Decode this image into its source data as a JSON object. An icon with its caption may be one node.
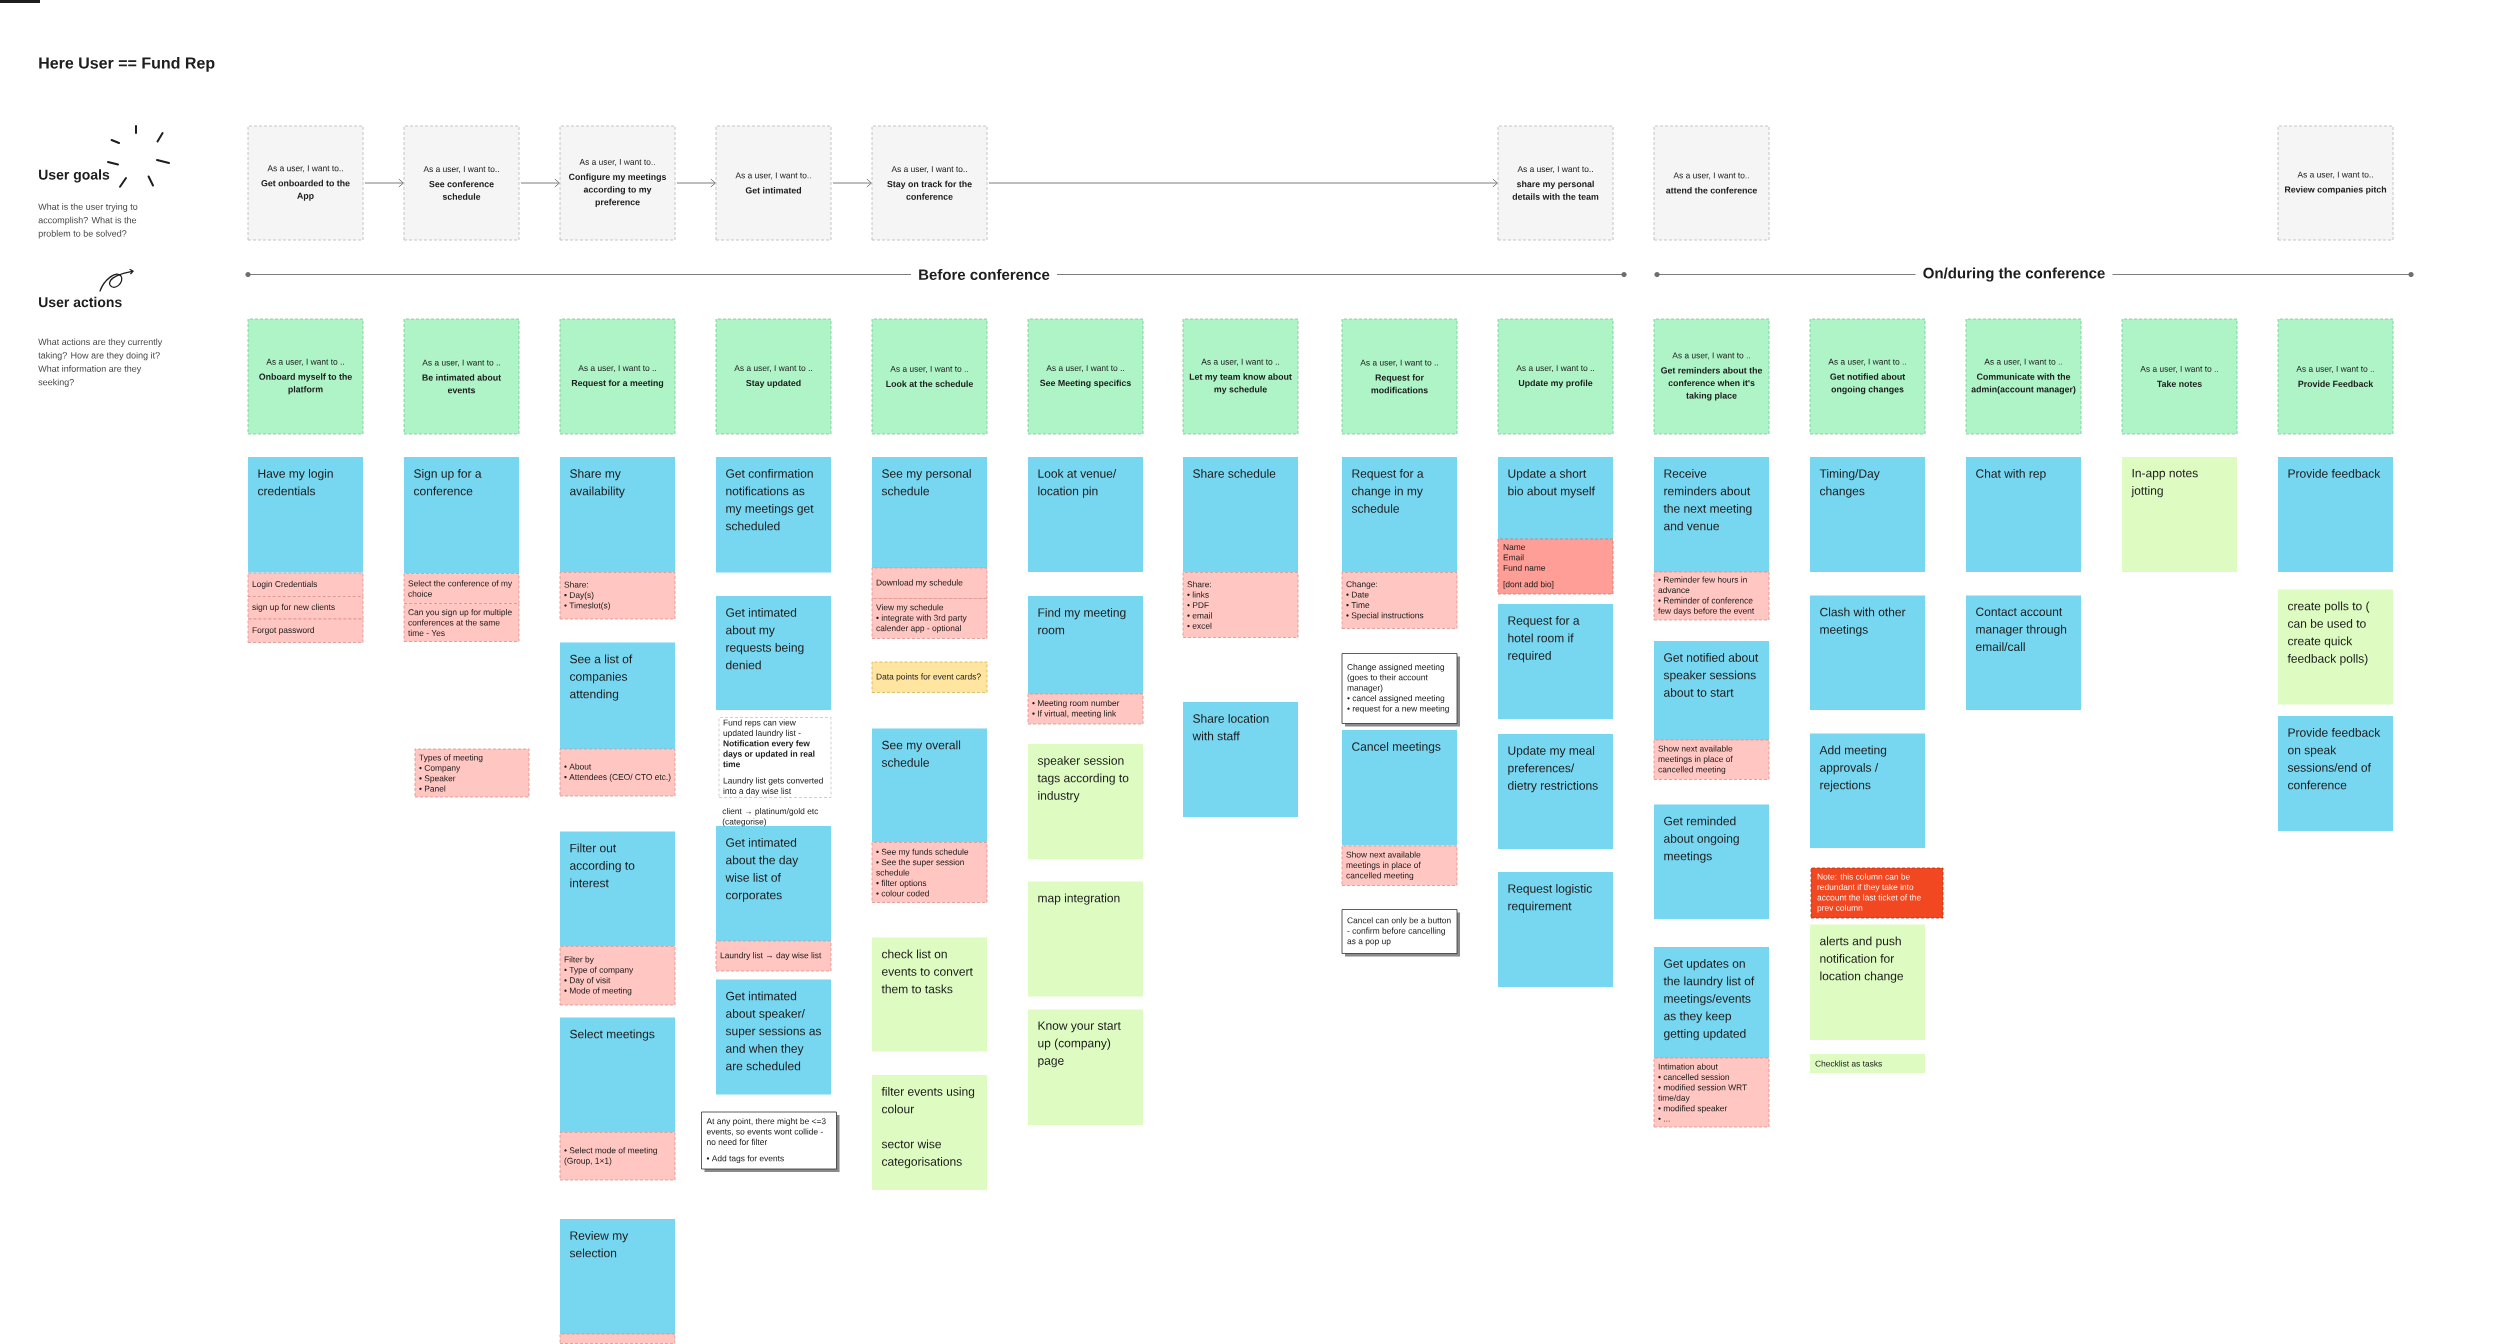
{
  "diagram": {
    "title": "Here User == Fund Rep",
    "nodes": [
      {
        "text": [
          "As a user, I want to..",
          "Get onboarded to the App"
        ]
      },
      {
        "text": [
          "As a user, I want to..",
          "See conference schedule"
        ]
      },
      {
        "text": [
          "As a user, I want to..",
          "Configure my meetings according to my preference"
        ]
      },
      {
        "text": [
          "As a user, I want to..",
          "Get intimated"
        ]
      },
      {
        "text": [
          "As a user, I want to..",
          "Stay on track for the conference"
        ]
      },
      {
        "text": [
          "As a user, I want to..",
          "share my personal details with the team"
        ]
      },
      {
        "text": [
          "As a user, I want to..",
          "attend the conference"
        ]
      },
      {
        "text": [
          "As a user, I want to..",
          "Review companies pitch"
        ]
      },
      {
        "text": [
          "As a user, I want to ..",
          "Onboard myself to the platform"
        ]
      },
      {
        "text": [
          "Have my login credentials"
        ]
      },
      {
        "text": [
          "Login Credentials"
        ]
      },
      {
        "text": [
          "sign up for new clients"
        ]
      },
      {
        "text": [
          "Forgot password"
        ]
      },
      {
        "text": [
          "As a user, I want to ..",
          "Be intimated about events"
        ]
      },
      {
        "text": [
          "Sign up for a conference"
        ]
      },
      {
        "text": [
          "Select the conference of my choice"
        ]
      },
      {
        "text": [
          "Can you sign up for multiple conferences at the same time - Yes"
        ]
      },
      {
        "text": [
          "Types of meeting",
          "• Company",
          "• Speaker",
          "• Panel"
        ]
      },
      {
        "text": [
          "As a user, I want to ..",
          "Request for a meeting"
        ]
      },
      {
        "text": [
          "Share my availability"
        ]
      },
      {
        "text": [
          "Share:",
          "• Day(s)",
          "• Timeslot(s)"
        ]
      },
      {
        "text": [
          "See a list of companies attending"
        ]
      },
      {
        "text": [
          "• About",
          "• Attendees (CEO/ CTO etc.)"
        ]
      },
      {
        "text": [
          "Filter out according to interest"
        ]
      },
      {
        "text": [
          "Filter by",
          "• Type of company",
          "• Day of visit",
          "• Mode of meeting"
        ]
      },
      {
        "text": [
          "Select meetings"
        ]
      },
      {
        "text": [
          "• Select mode of meeting (Group, 1×1)"
        ]
      },
      {
        "text": [
          "Review my selection"
        ]
      },
      {
        "text": [],
        "shape": "box"
      },
      {
        "text": [
          "As a user, I want to ..",
          "Stay updated"
        ]
      },
      {
        "text": [
          "Get confirmation notifications as my meetings get scheduled"
        ]
      },
      {
        "text": [
          "Get intimated about my requests being denied"
        ]
      },
      {
        "text": [
          "Fund reps can view updated laundry list - **Notification every few days or updated in real time**",
          "Laundry list gets converted into a day wise list"
        ]
      },
      {
        "text": [
          "Get intimated about the day wise list of corporates"
        ]
      },
      {
        "text": [
          "Laundry list → day wise list"
        ]
      },
      {
        "text": [
          "Get intimated about speaker/ super sessions as and when they are scheduled"
        ]
      },
      {
        "text": [
          "At any point, there might be <=3 events, so events wont collide - no need for filter",
          "• Add tags for events"
        ]
      },
      {
        "text": [
          "As a user, I want to ..",
          "Look at the schedule"
        ]
      },
      {
        "text": [
          "See my personal schedule"
        ]
      },
      {
        "text": [
          "Download my schedule"
        ]
      },
      {
        "text": [
          "View my schedule",
          "• integrate with 3rd party calender app - optional"
        ]
      },
      {
        "text": [
          "Data points for event cards?"
        ]
      },
      {
        "text": [
          "See my overall schedule"
        ]
      },
      {
        "text": [
          "• See my funds schedule",
          "• See the super session schedule",
          "• filter options",
          "• colour coded"
        ]
      },
      {
        "text": [
          "check list on events to convert them to tasks"
        ]
      },
      {
        "text": [
          "filter events using colour",
          "sector wise categorisations"
        ]
      },
      {
        "text": [
          "As a user, I want to ..",
          "See Meeting specifics"
        ]
      },
      {
        "text": [
          "Look at venue/ location pin"
        ]
      },
      {
        "text": [
          "Find my meeting room"
        ]
      },
      {
        "text": [
          "• Meeting room number",
          "• If virtual, meeting link"
        ]
      },
      {
        "text": [
          "speaker session tags according to industry"
        ]
      },
      {
        "text": [
          "map integration"
        ]
      },
      {
        "text": [
          "Know your start up (company) page"
        ]
      },
      {
        "text": [
          "As a user, I want to ..",
          "Let my team know about my schedule"
        ]
      },
      {
        "text": [
          "Share schedule"
        ]
      },
      {
        "text": [
          "Share:",
          "• links",
          "• PDF",
          "• email",
          "• excel"
        ]
      },
      {
        "text": [
          "Share location with staff"
        ]
      },
      {
        "text": [
          "As a user, I want to ..",
          "Request for modifications"
        ]
      },
      {
        "text": [
          "Request for a change in my schedule"
        ]
      },
      {
        "text": [
          "Change:",
          "• Date",
          "• Time",
          "• Special instructions"
        ]
      },
      {
        "text": [
          "Change assigned meeting (goes to their account manager)",
          "• cancel assigned meeting",
          "• request for a new meeting"
        ]
      },
      {
        "text": [
          "Cancel meetings"
        ]
      },
      {
        "text": [
          "Show next available meetings in place of cancelled meeting"
        ]
      },
      {
        "text": [
          "Cancel can only be a button - confirm before cancelling as a pop up"
        ]
      },
      {
        "text": [
          "As a user, I want to ..",
          "Update my profile"
        ]
      },
      {
        "text": [
          "Update a short bio about myself"
        ]
      },
      {
        "text": [
          "Name",
          "Email",
          "Fund name",
          "[dont add bio]"
        ]
      },
      {
        "text": [
          "Request for a hotel room if required"
        ]
      },
      {
        "text": [
          "Update my meal preferences/ dietry restrictions"
        ]
      },
      {
        "text": [
          "Request logistic requirement"
        ]
      },
      {
        "text": [
          "As a user, I want to ..",
          "Get reminders about the conference when it's taking place"
        ]
      },
      {
        "text": [
          "Receive reminders about the next meeting and venue"
        ]
      },
      {
        "text": [
          "• Reminder few hours in advance",
          "• Reminder of conference few days before the event"
        ]
      },
      {
        "text": [
          "Get notified about speaker sessions about to start"
        ]
      },
      {
        "text": [
          "Show next available meetings in place of cancelled meeting"
        ]
      },
      {
        "text": [
          "Get reminded about ongoing meetings"
        ]
      },
      {
        "text": [
          "Get updates on the laundry list of meetings/events as they keep getting updated"
        ]
      },
      {
        "text": [
          "Intimation about",
          "• cancelled session",
          "• modified session WRT time/day",
          "• modified speaker",
          "• ..."
        ]
      },
      {
        "text": [
          "As a user, I want to ..",
          "Get notified about ongoing changes"
        ]
      },
      {
        "text": [
          "Timing/Day changes"
        ]
      },
      {
        "text": [
          "Clash with other meetings"
        ]
      },
      {
        "text": [
          "Add meeting approvals / rejections"
        ]
      },
      {
        "text": [
          "Note: this column can be redundant if they take into account the last ticket of the prev column"
        ]
      },
      {
        "text": [
          "alerts and push notification for location change"
        ]
      },
      {
        "text": [
          "Checklist as tasks"
        ]
      },
      {
        "text": [
          "As a user, I want to ..",
          "Communicate with the admin(account manager)"
        ]
      },
      {
        "text": [
          "Chat with rep"
        ]
      },
      {
        "text": [
          "Contact account manager through email/call"
        ]
      },
      {
        "text": [
          "As a user, I want to ..",
          "Take notes"
        ]
      },
      {
        "text": [
          "In-app notes jotting"
        ]
      },
      {
        "text": [
          "As a user, I want to ..",
          "Provide Feedback"
        ]
      },
      {
        "text": [
          "Provide feedback"
        ]
      },
      {
        "text": [
          "create polls to ( can be used to create quick feedback polls)"
        ]
      },
      {
        "text": [
          "Provide feedback on speak sessions/end of conference"
        ]
      }
    ],
    "edges": [
      {
        "from": 0,
        "to": 1,
        "arrow": "to"
      },
      {
        "from": 1,
        "to": 2,
        "arrow": "to"
      },
      {
        "from": 2,
        "to": 3,
        "arrow": "to"
      },
      {
        "from": 3,
        "to": 4,
        "arrow": "to"
      },
      {
        "from": 4,
        "to": 5,
        "arrow": "to"
      }
    ],
    "labels": [
      "User goals",
      "What is the user trying to accomplish? What is the problem to be solved?",
      "User actions",
      "What actions are they currently taking? How are they doing it? What information are they seeking?",
      "Before conference",
      "On/during the conference",
      "client → platinum/gold etc (categorise)"
    ]
  }
}
